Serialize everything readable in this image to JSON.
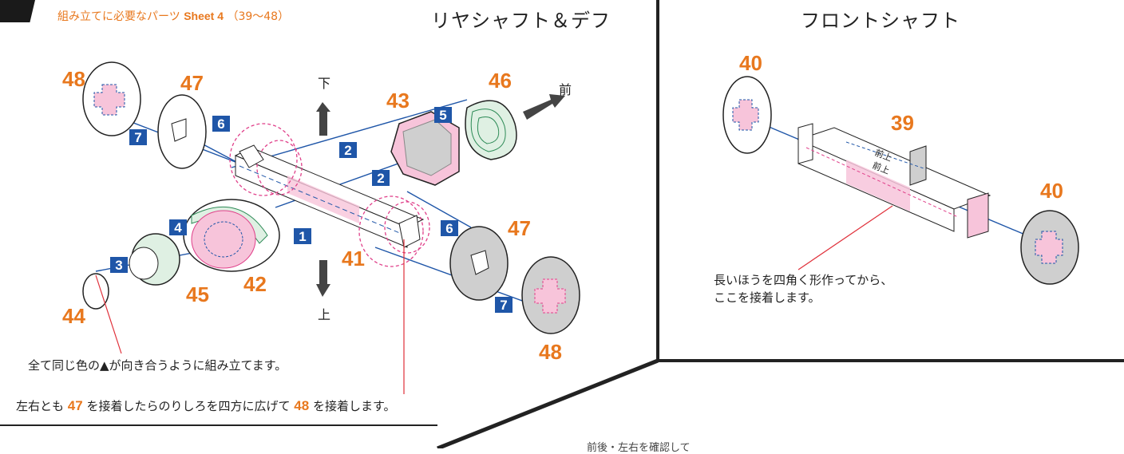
{
  "header": {
    "required_parts_label": "組み立てに必要なパーツ",
    "sheet_label": "Sheet 4",
    "range_label": "（39〜48）"
  },
  "panels": {
    "rear": {
      "title": "リヤシャフト＆デフ"
    },
    "front": {
      "title": "フロントシャフト"
    }
  },
  "directions": {
    "down": "下",
    "up": "上",
    "front": "前"
  },
  "part_numbers": {
    "p39": "39",
    "p40_top": "40",
    "p40_bottom": "40",
    "p41": "41",
    "p42": "42",
    "p43": "43",
    "p44": "44",
    "p45": "45",
    "p46": "46",
    "p47_top": "47",
    "p47_bottom": "47",
    "p48_top": "48",
    "p48_bottom": "48"
  },
  "step_numbers": {
    "s1": "1",
    "s2a": "2",
    "s2b": "2",
    "s3": "3",
    "s4": "4",
    "s5": "5",
    "s6a": "6",
    "s6b": "6",
    "s7a": "7",
    "s7b": "7"
  },
  "shaft_labels": {
    "a": "前上",
    "b": "前上"
  },
  "notes": {
    "same_color": "全て同じ色の▲が向き合うように組み立てます。",
    "glue_prefix": "左右とも",
    "glue_num1": "47",
    "glue_mid": "を接着したらのりしろを四方に広げて",
    "glue_num2": "48",
    "glue_suffix": "を接着します。",
    "front_line1": "長いほうを四角く形作ってから、",
    "front_line2": "ここを接着します。",
    "bottom_cut": "前後・左右を確認して"
  },
  "colors": {
    "orange": "#e8781e",
    "blue": "#1f56a8",
    "pink": "#f7c4da",
    "gray": "#cfcfcf",
    "green": "#2e8b57"
  }
}
